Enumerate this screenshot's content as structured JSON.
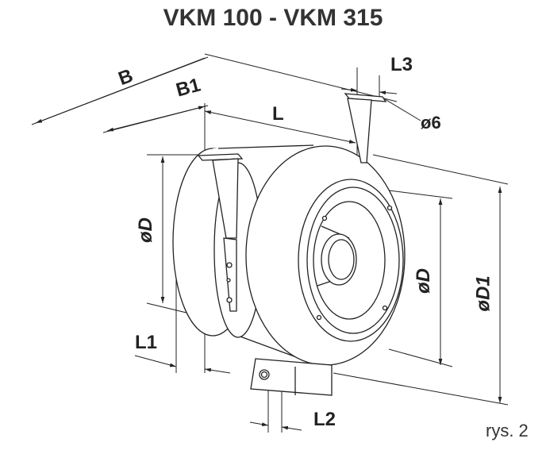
{
  "title": "VKM 100 - VKM 315",
  "labels": {
    "B": "B",
    "B1": "B1",
    "L": "L",
    "L3": "L3",
    "hole": "ø6",
    "D_left": "øD",
    "D_right": "øD",
    "D1": "øD1",
    "L1": "L1",
    "L2": "L2"
  },
  "caption": "rys. 2",
  "colors": {
    "line": "#222222",
    "fill": "#ffffff"
  }
}
